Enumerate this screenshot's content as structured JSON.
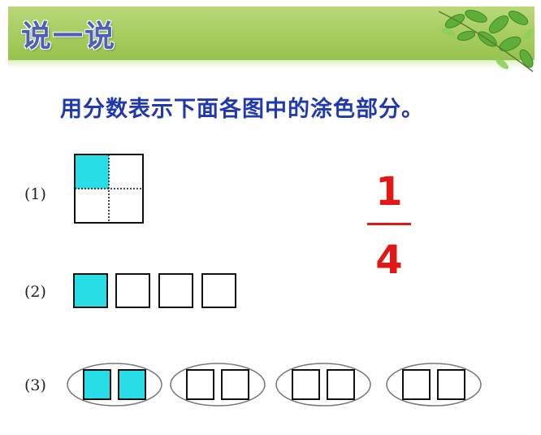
{
  "header": {
    "title": "说一说"
  },
  "instruction": "用分数表示下面各图中的涂色部分。",
  "items": [
    {
      "label": "(1)"
    },
    {
      "label": "(2)"
    },
    {
      "label": "(3)"
    }
  ],
  "answer": {
    "numerator": "1",
    "denominator": "4"
  },
  "colors": {
    "fill": "#27dde6",
    "header": "#a6cc5e",
    "title": "#4f5fb8",
    "instruction": "#2038b0",
    "answer": "#e01818"
  },
  "icons": [
    "leaves-decoration"
  ]
}
